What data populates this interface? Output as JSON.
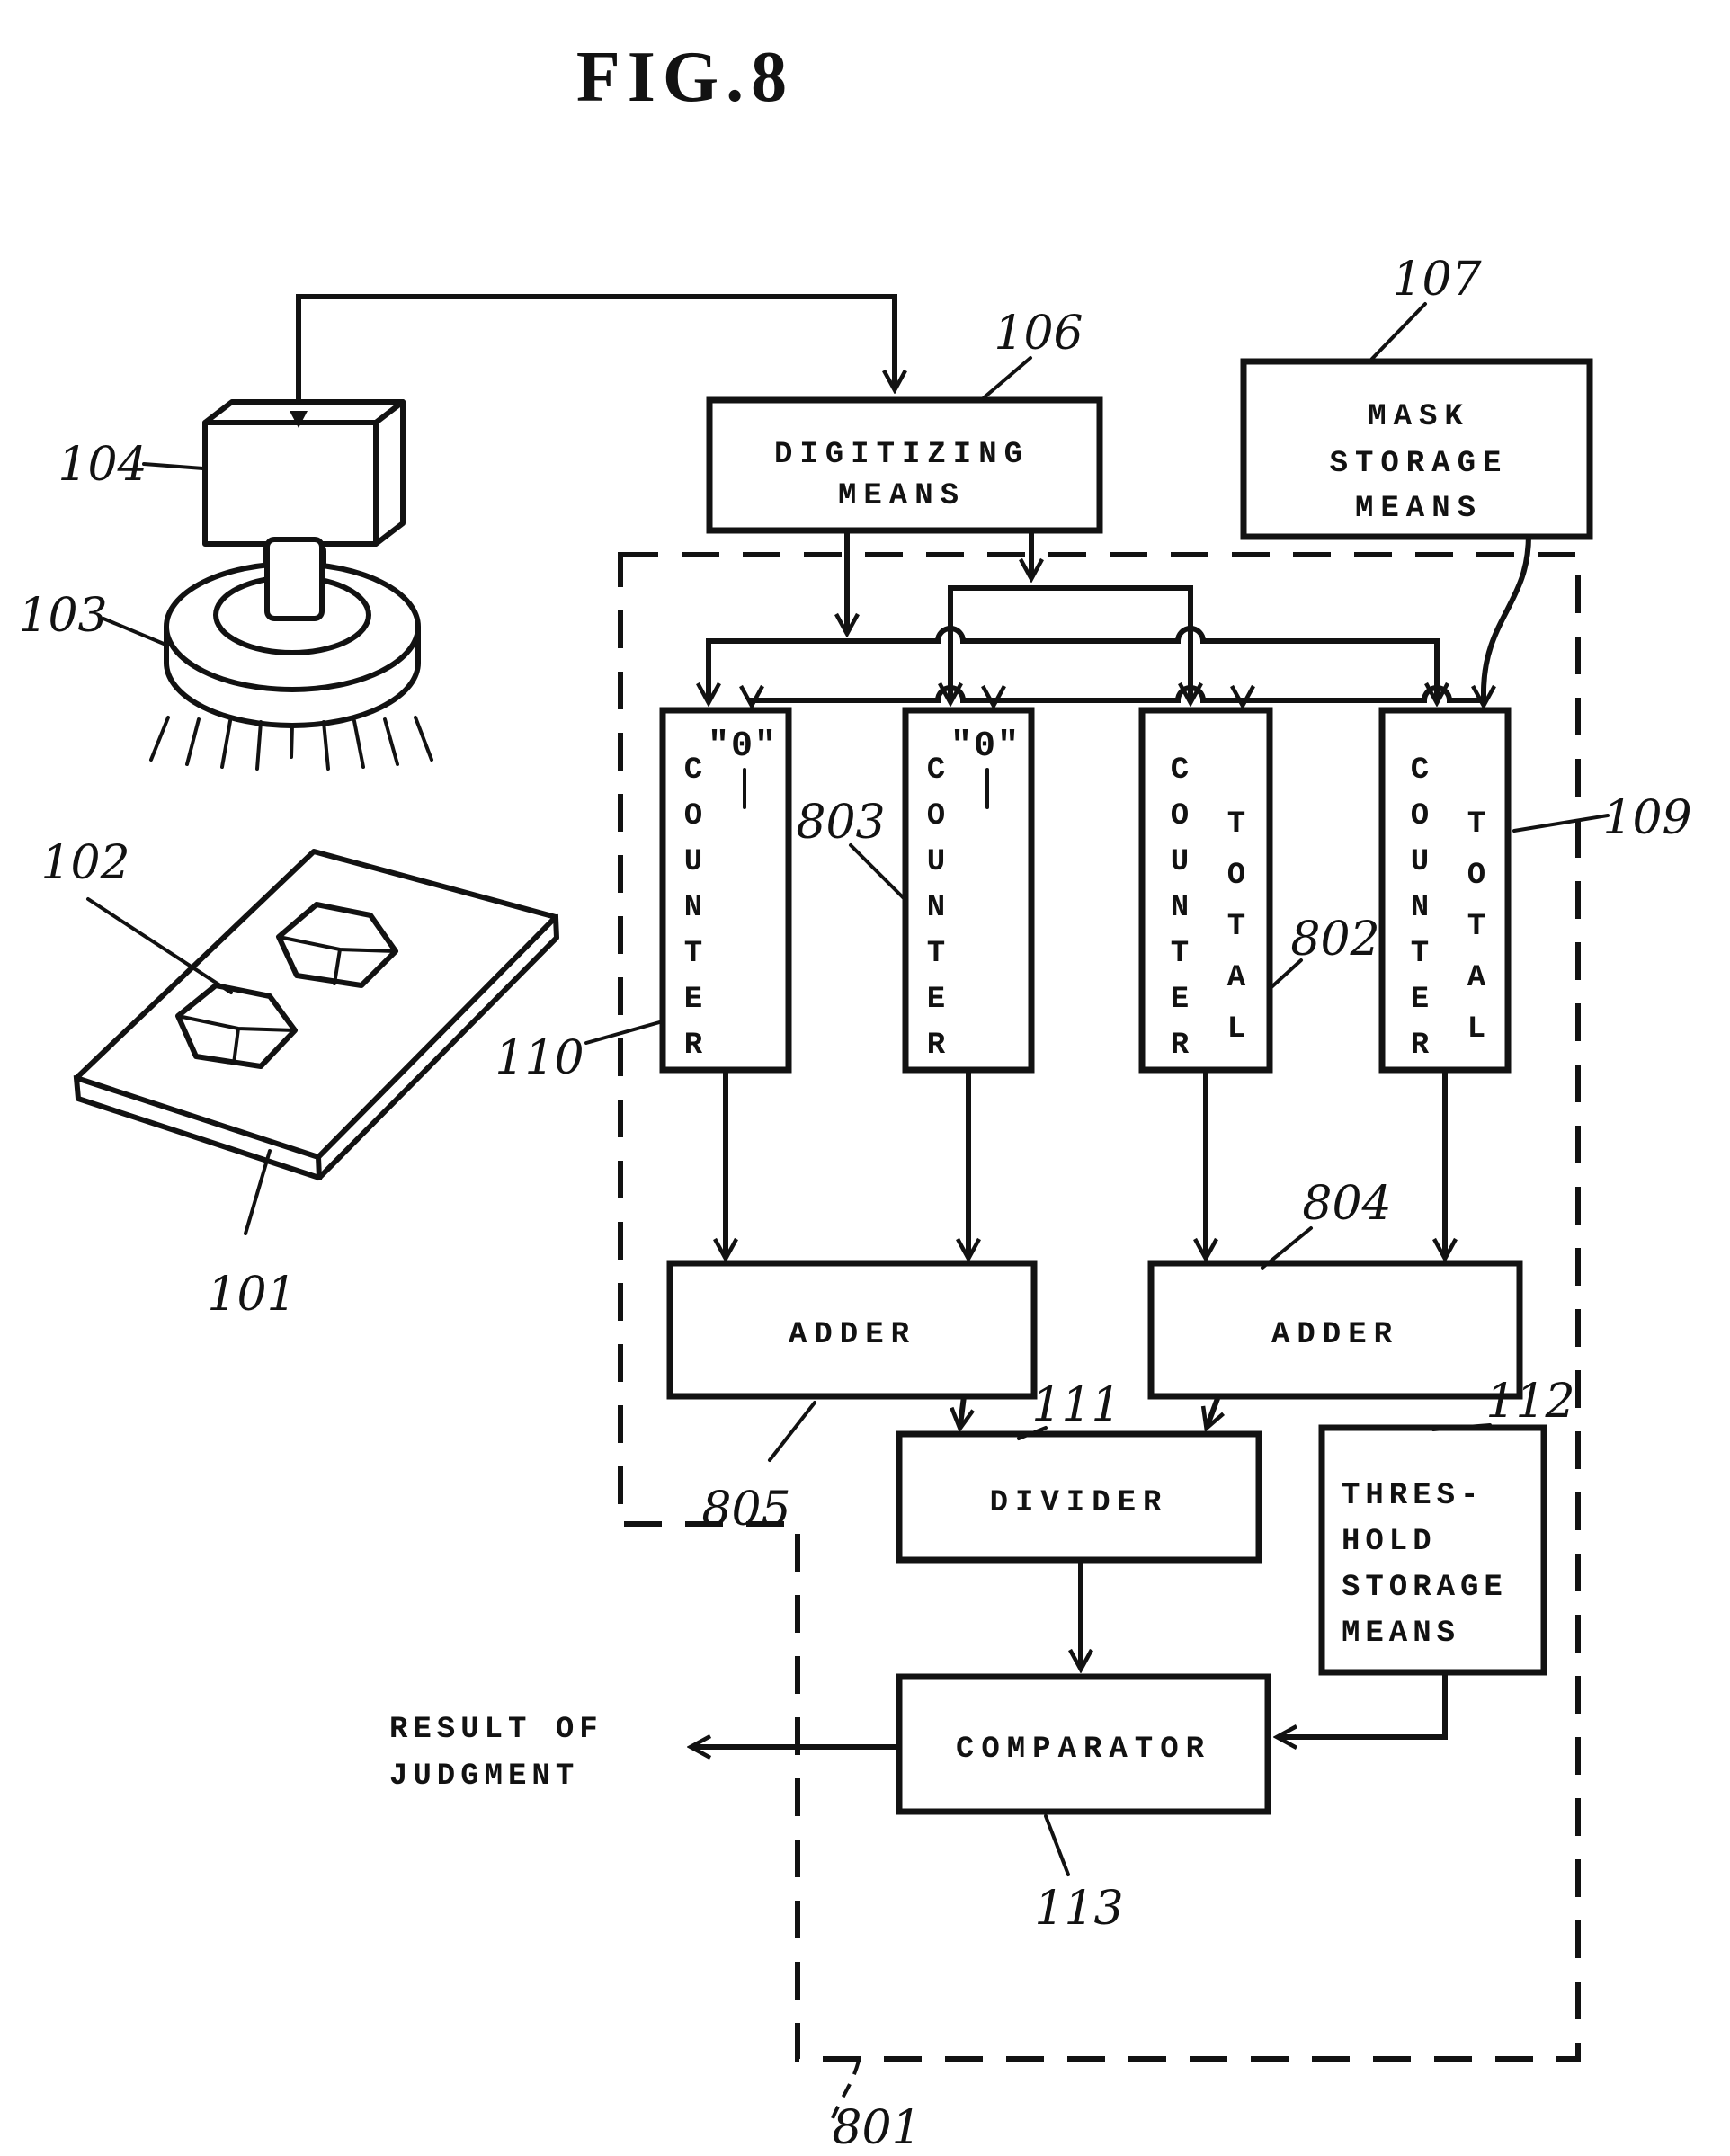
{
  "figure_title": "FIG.8",
  "blocks": {
    "digitizing_means": {
      "line1": "DIGITIZING",
      "line2": "MEANS",
      "ref": "106"
    },
    "mask_storage_means": {
      "line1": "MASK",
      "line2": "STORAGE",
      "line3": "MEANS",
      "ref": "107"
    },
    "zero_counter_1": {
      "top_label": "\"0\"",
      "side_label": "COUNTER",
      "ref": "110"
    },
    "zero_counter_2": {
      "top_label": "\"0\"",
      "side_label": "COUNTER",
      "ref": "803"
    },
    "total_counter_1": {
      "left_label": "COUNTER",
      "right_label": "TOTAL",
      "ref": "802"
    },
    "total_counter_2": {
      "left_label": "COUNTER",
      "right_label": "TOTAL",
      "ref": "109"
    },
    "adder_left": {
      "label": "ADDER",
      "ref": "805"
    },
    "adder_right": {
      "label": "ADDER",
      "ref": "804"
    },
    "divider": {
      "label": "DIVIDER",
      "ref": "111"
    },
    "threshold_storage_means": {
      "line1": "THRES-",
      "line2": "HOLD",
      "line3": "STORAGE",
      "line4": "MEANS",
      "ref": "112"
    },
    "comparator": {
      "label": "COMPARATOR",
      "ref": "113"
    }
  },
  "scene": {
    "camera_ref": "104",
    "ring_light_ref": "103",
    "component_ref": "102",
    "board_ref": "101",
    "boundary_ref": "801"
  },
  "output_label": {
    "line1": "RESULT OF",
    "line2": "JUDGMENT"
  },
  "colors": {
    "ink": "#121212",
    "paper": "#ffffff"
  }
}
